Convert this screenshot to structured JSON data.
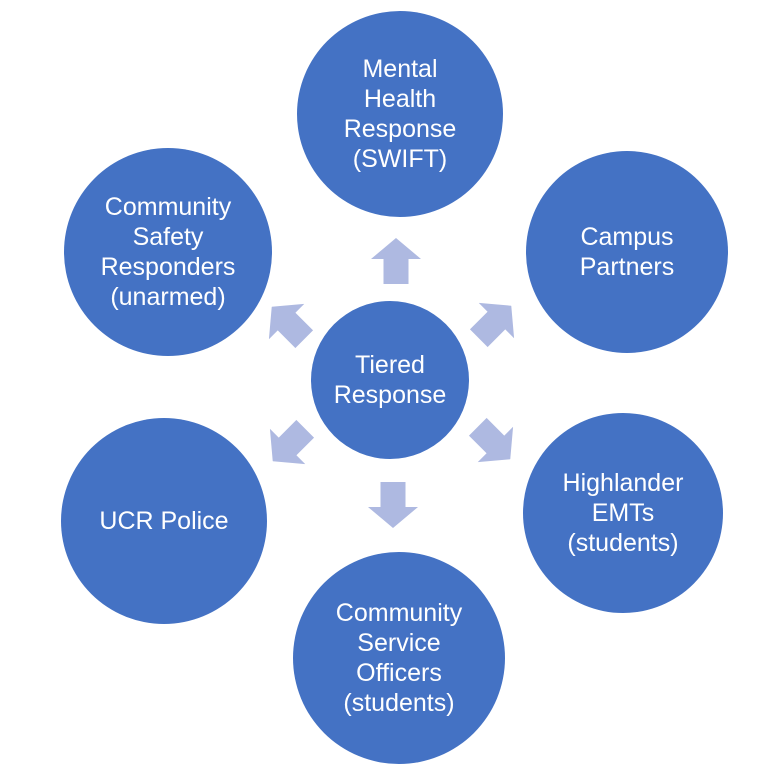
{
  "diagram": {
    "type": "hub-and-spoke",
    "center": {
      "label": "Tiered\nResponse"
    },
    "nodes": [
      {
        "id": "mental-health-response",
        "position": "top",
        "label": "Mental\nHealth\nResponse\n(SWIFT)"
      },
      {
        "id": "campus-partners",
        "position": "top-right",
        "label": "Campus\nPartners"
      },
      {
        "id": "highlander-emts",
        "position": "bottom-right",
        "label": "Highlander\nEMTs\n(students)"
      },
      {
        "id": "community-service-officers",
        "position": "bottom",
        "label": "Community\nService\nOfficers\n(students)"
      },
      {
        "id": "ucr-police",
        "position": "bottom-left",
        "label": "UCR Police"
      },
      {
        "id": "community-safety-responders",
        "position": "top-left",
        "label": "Community\nSafety\nResponders\n(unarmed)"
      }
    ],
    "arrows": [
      {
        "direction": "up"
      },
      {
        "direction": "up-right"
      },
      {
        "direction": "down-right"
      },
      {
        "direction": "down"
      },
      {
        "direction": "down-left"
      },
      {
        "direction": "up-left"
      }
    ],
    "colors": {
      "circle_fill": "#4472C4",
      "arrow_fill": "#AEB9E1",
      "text": "#FFFFFF",
      "background": "#FFFFFF"
    }
  }
}
